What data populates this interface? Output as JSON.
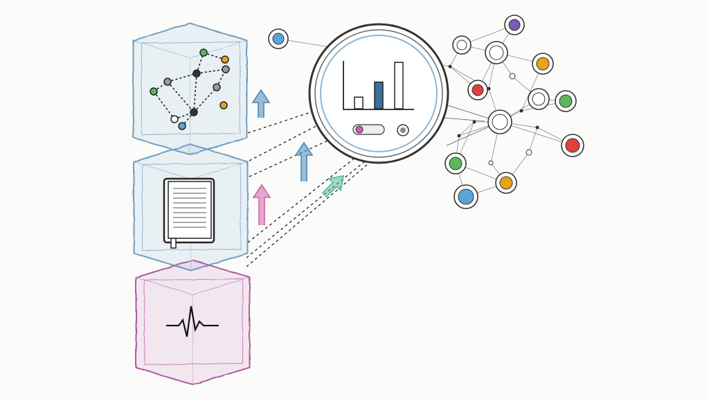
{
  "colors": {
    "background": "#fbfbfa",
    "cube_top": "#6f9fc4",
    "cube_middle": "#6f9fc4",
    "cube_bottom": "#b05aa5",
    "ink": "#2a2a2a",
    "arrow_blue": "#4a88b8",
    "arrow_pink": "#d060a8",
    "arrow_green": "#5bb89a",
    "bar_blue": "#3d6e9c",
    "node_palette": [
      "#5aa4d6",
      "#7a5cb0",
      "#e9a21c",
      "#e0413c",
      "#5cb85c",
      "#9a9a9a"
    ]
  },
  "icons": {
    "cube_top": "network-graph-icon",
    "cube_middle": "book-icon",
    "cube_bottom": "heartbeat-icon",
    "magnifier": "bar-chart-magnifier-icon",
    "toggle": "toggle-switch-icon"
  },
  "bar_chart": {
    "type": "bar",
    "values": [
      1.0,
      2.3,
      4.0
    ],
    "highlighted_index": 1
  }
}
